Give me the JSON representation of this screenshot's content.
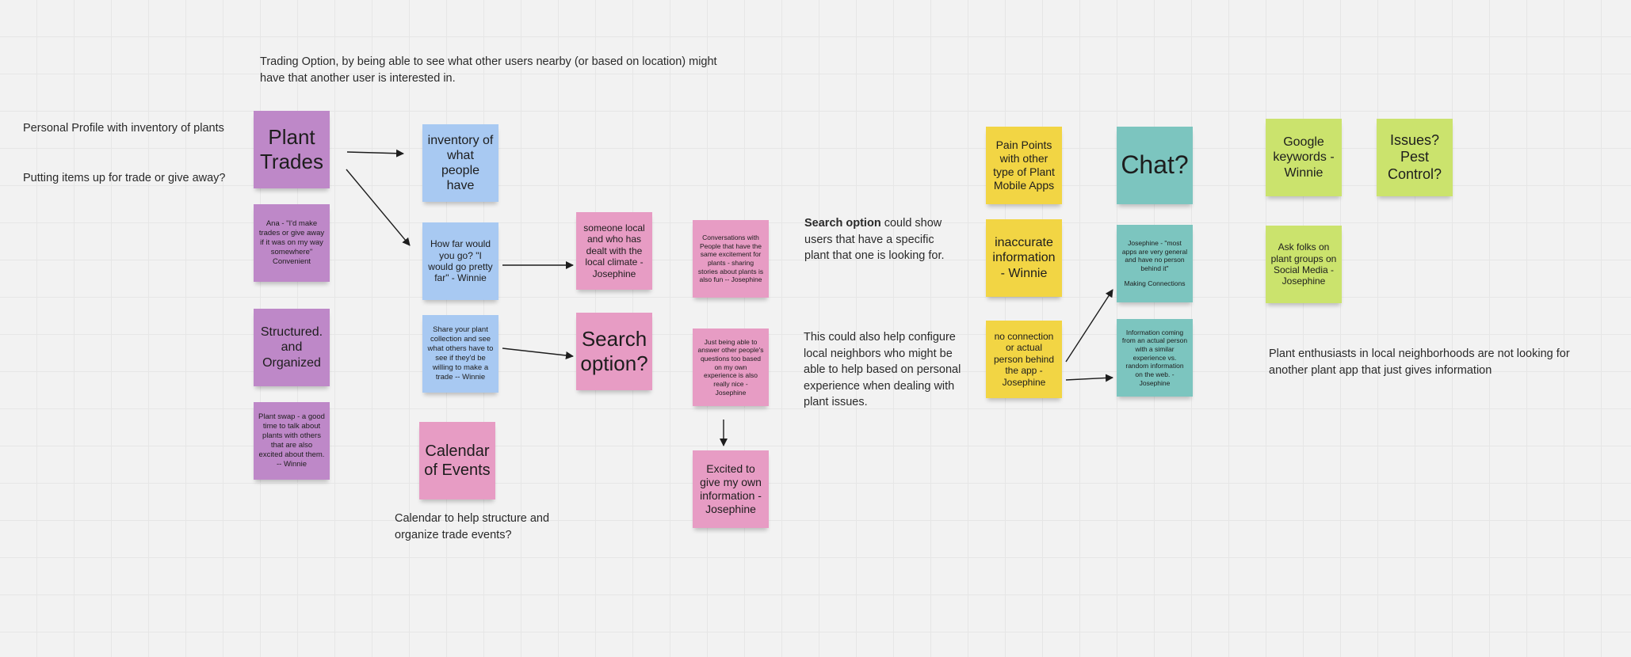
{
  "labels": {
    "trading_option": "Trading Option, by being able to see what other users nearby (or based on location) might have that another user is interested in.",
    "personal_profile": "Personal Profile with inventory of plants",
    "putting_items": "Putting items up for trade or give away?",
    "calendar_help": "Calendar to help structure and organize trade events?",
    "search_option_bold": "Search option",
    "search_option_rest": " could show users that have a specific plant that one is looking for.",
    "configure": "This could also help configure local neighbors who might be able to help based on personal experience when dealing with plant issues.",
    "enthusiasts": "Plant enthusiasts in local neighborhoods are not looking for another plant app that just gives information"
  },
  "notes": {
    "plant_trades": "Plant Trades",
    "ana_quote": "Ana - \"I'd make trades or give away if it was on my way somewhere\" Convenient",
    "structured": "Structured. and Organized",
    "plant_swap": "Plant swap - a good time to talk about plants with others that are also excited about them. -- Winnie",
    "inventory": "inventory of what people have",
    "how_far": "How far would you go? \"I would go pretty far\" - Winnie",
    "share_collection": "Share your plant collection and see what others have to see if they'd be willing to make a trade -- Winnie",
    "calendar_events": "Calendar of Events",
    "someone_local": "someone local and who has dealt with the local climate - Josephine",
    "search_option": "Search option?",
    "conversations": "Conversations with People that have the same excitement for plants - sharing stories about plants is also fun -- Josephine",
    "answer_questions": "Just being able to answer other people's questions too based on my own experience is also really nice - Josephine",
    "excited_info": "Excited to give my own information - Josephine",
    "pain_points": "Pain Points with other type of Plant Mobile Apps",
    "inaccurate": "inaccurate information - Winnie",
    "no_connection": "no connection or actual person behind the app - Josephine",
    "chat": "Chat?",
    "josephine_most_apps": "Josephine - \"most apps are very general and have no person behind it\"",
    "making_connections": "Making Connections",
    "information_coming": "Information coming from an actual person with a similar experience vs. random information on the web. - Josephine",
    "google_keywords": "Google keywords - Winnie",
    "issues_pest": "Issues? Pest Control?",
    "ask_folks": "Ask folks on plant groups on Social Media - Josephine"
  },
  "colors": {
    "background": "#f2f2f2",
    "purple": "#be88c8",
    "blue": "#a8c9f2",
    "pink": "#e79cc4",
    "yellow": "#f2d544",
    "teal": "#7cc5bf",
    "lime": "#cbe36d"
  }
}
